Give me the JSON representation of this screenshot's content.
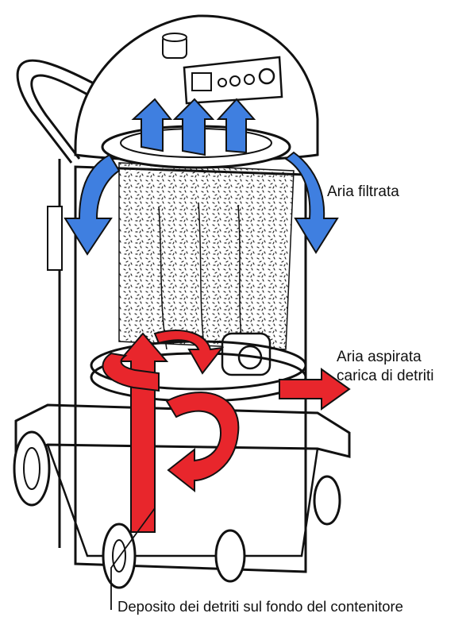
{
  "labels": {
    "filtered_air": "Aria filtrata",
    "intake_air_line1": "Aria aspirata",
    "intake_air_line2": "carica di detriti",
    "debris_deposit": "Deposito dei detriti sul fondo del contenitore"
  },
  "colors": {
    "filtered_air_arrows": "#3f7fe0",
    "intake_air_arrows": "#e8262c",
    "line_art": "#111111"
  }
}
